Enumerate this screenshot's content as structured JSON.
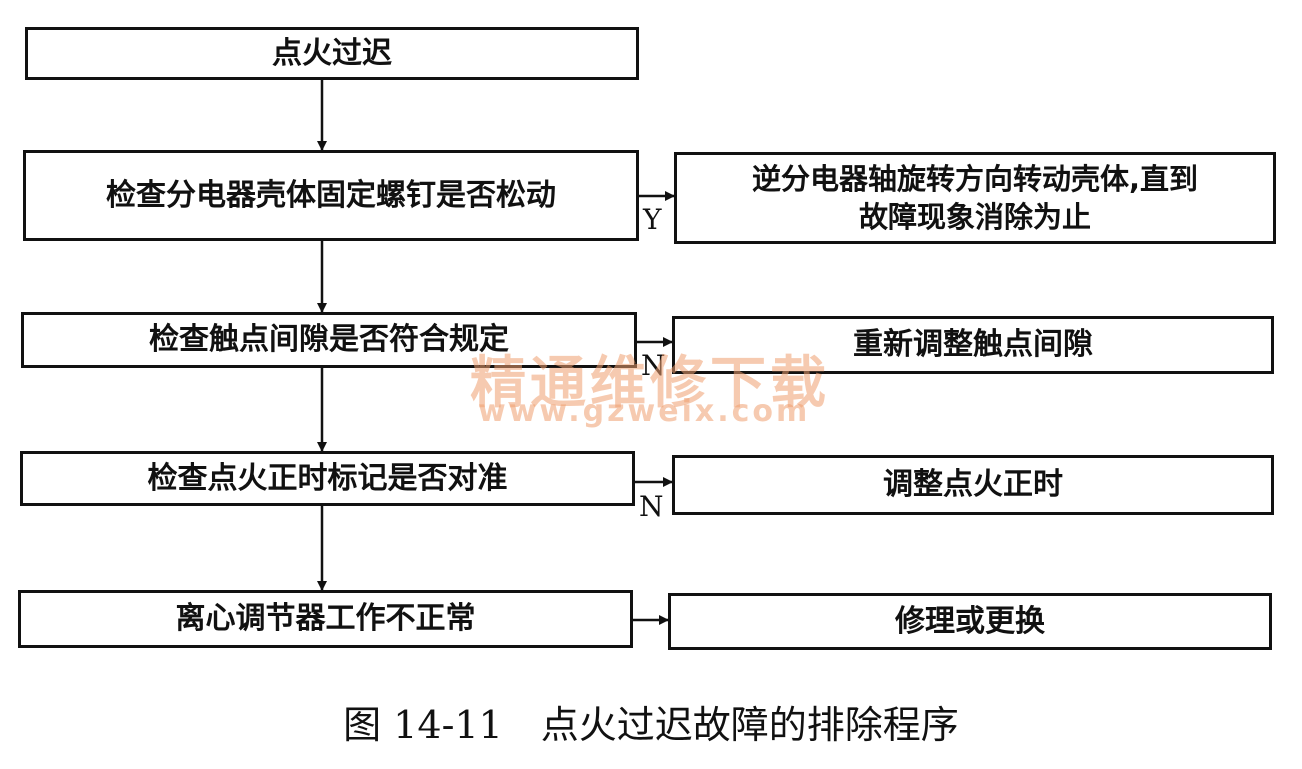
{
  "flowchart": {
    "start": "点火过迟",
    "checks": [
      {
        "question": "检查分电器壳体固定螺钉是否松动",
        "branch": "Y",
        "action": "逆分电器轴旋转方向转动壳体,直到故障现象消除为止"
      },
      {
        "question": "检查触点间隙是否符合规定",
        "branch": "N",
        "action": "重新调整触点间隙"
      },
      {
        "question": "检查点火正时标记是否对准",
        "branch": "N",
        "action": "调整点火正时"
      },
      {
        "question": "离心调节器工作不正常",
        "branch": "",
        "action": "修理或更换"
      }
    ]
  },
  "watermark": {
    "text": "精通维修下载",
    "url": "www.gzweix.com"
  },
  "caption": "图 14-11　点火过迟故障的排除程序"
}
